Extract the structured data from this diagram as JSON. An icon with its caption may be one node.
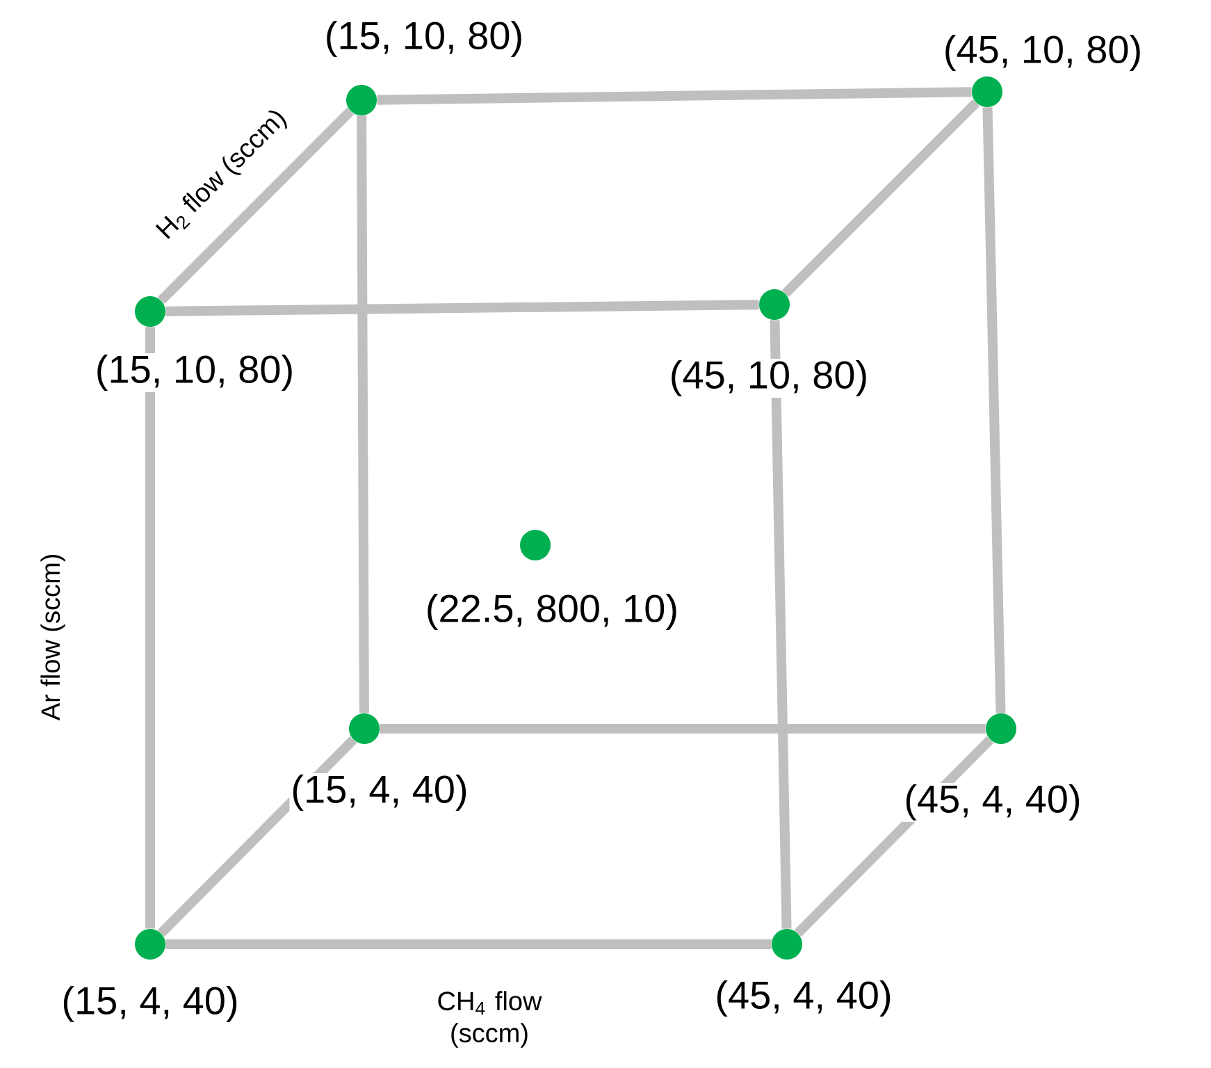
{
  "diagram": {
    "nodes": [
      {
        "text": [],
        "shape": "circle",
        "beside": [
          "(15, 10, 80)"
        ]
      },
      {
        "text": [],
        "shape": "circle",
        "beside": [
          "(45, 10, 80)"
        ]
      },
      {
        "text": [],
        "shape": "circle",
        "beside": [
          "(15, 10, 80)"
        ]
      },
      {
        "text": [],
        "shape": "circle",
        "beside": [
          "(45, 10, 80)"
        ]
      },
      {
        "text": [],
        "shape": "circle",
        "beside": [
          "(22.5, 800, 10)"
        ]
      },
      {
        "text": [],
        "shape": "circle",
        "beside": [
          "(15, 4, 40)"
        ]
      },
      {
        "text": [],
        "shape": "circle",
        "beside": [
          "(45, 4, 40)"
        ]
      },
      {
        "text": [],
        "shape": "circle",
        "beside": [
          "(15, 4, 40)"
        ]
      },
      {
        "text": [],
        "shape": "circle",
        "beside": [
          "(45, 4, 40)"
        ]
      }
    ],
    "edges": [
      {
        "from": 0,
        "to": 1,
        "arrow": "none"
      },
      {
        "from": 0,
        "to": 2,
        "arrow": "none",
        "label": "H$_{2}$ flow (sccm)"
      },
      {
        "from": 1,
        "to": 3,
        "arrow": "none"
      },
      {
        "from": 2,
        "to": 3,
        "arrow": "none"
      },
      {
        "from": 0,
        "to": 5,
        "arrow": "none"
      },
      {
        "from": 1,
        "to": 6,
        "arrow": "none"
      },
      {
        "from": 2,
        "to": 7,
        "arrow": "none",
        "label": "Ar flow (sccm)"
      },
      {
        "from": 3,
        "to": 8,
        "arrow": "none"
      },
      {
        "from": 5,
        "to": 6,
        "arrow": "none"
      },
      {
        "from": 5,
        "to": 7,
        "arrow": "none"
      },
      {
        "from": 6,
        "to": 8,
        "arrow": "none"
      },
      {
        "from": 7,
        "to": 8,
        "arrow": "none",
        "label": "CH$_{4}$ flow (sccm)"
      }
    ]
  }
}
